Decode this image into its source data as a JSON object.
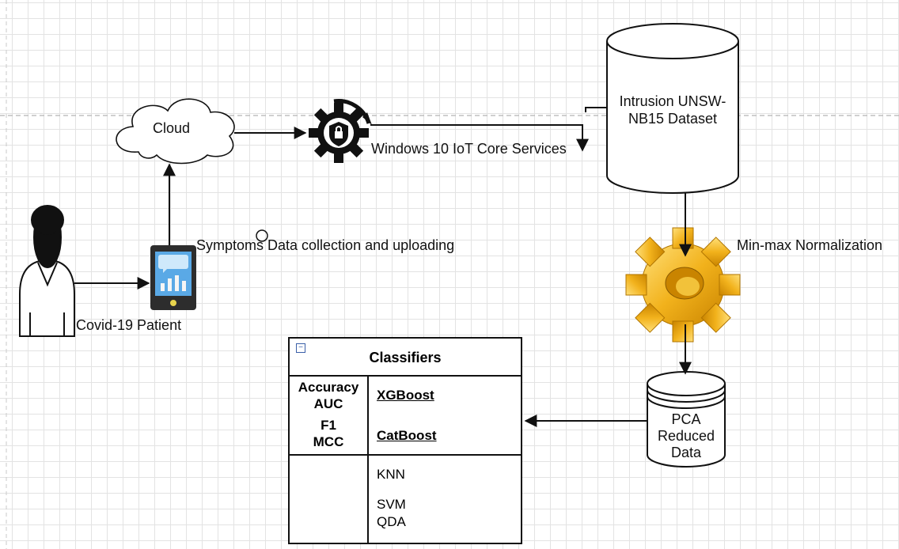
{
  "nodes": {
    "patient": "Covid-19 Patient",
    "app_step": "Symptoms Data collection and uploading",
    "cloud": "Cloud",
    "iot": "Windows 10 IoT Core Services",
    "dataset": "Intrusion UNSW-NB15 Dataset",
    "normalization": "Min-max Normalization",
    "pca": [
      "PCA",
      "Reduced",
      "Data"
    ]
  },
  "classifiers": {
    "title": "Classifiers",
    "collapse_glyph": "−",
    "metrics": [
      "Accuracy",
      "AUC",
      "F1",
      "MCC"
    ],
    "primary": [
      "XGBoost",
      "CatBoost"
    ],
    "secondary": [
      "KNN",
      "SVM",
      "QDA"
    ]
  }
}
